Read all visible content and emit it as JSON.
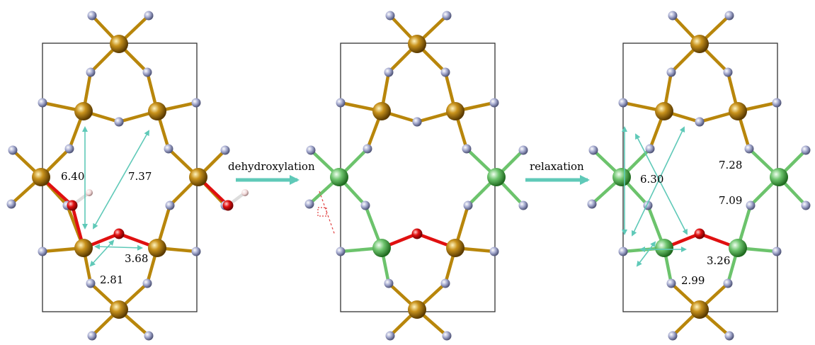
{
  "arrows": {
    "step1": "dehydroxylation",
    "step2": "relaxation"
  },
  "panels": [
    {
      "distances": {
        "d_vertical": "6.40",
        "d_diagonal": "7.37",
        "d_horizontal": "3.68",
        "d_short": "2.81"
      }
    },
    {
      "distances": {}
    },
    {
      "distances": {
        "d_vertical": "6.30",
        "d_diagonal_a": "7.28",
        "d_diagonal_b": "7.09",
        "d_horizontal": "3.26",
        "d_short": "2.99"
      }
    }
  ],
  "colors": {
    "metal": "#b8860b",
    "ligand": "#9ea4c8",
    "oxygen": "#e01010",
    "hydrogen": "#f0d0d0",
    "green_metal": "#6cc36c",
    "measure": "#5fc9b8",
    "process_arrow": "#5fc9b8",
    "cell": "#333333"
  }
}
